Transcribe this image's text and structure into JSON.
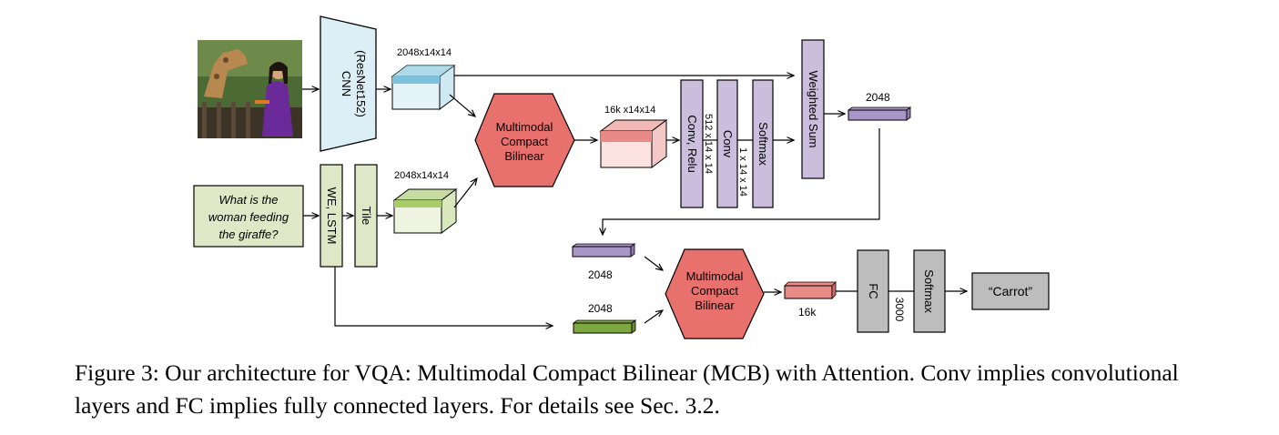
{
  "figure": {
    "cnn_label_line1": "CNN",
    "cnn_label_line2": "(ResNet152)",
    "image_feature_dims": "2048x14x14",
    "question_lines": [
      "What is the",
      "woman feeding",
      "the giraffe?"
    ],
    "we_lstm_label": "WE, LSTM",
    "tile_label": "Tile",
    "tiled_feature_dims": "2048x14x14",
    "mcb_lines": [
      "Multimodal",
      "Compact",
      "Bilinear"
    ],
    "mcb_output_dims": "16k x14x14",
    "conv_relu_label": "Conv, Relu",
    "conv_relu_dims": "512 x 14 x 14",
    "conv_label": "Conv",
    "conv_dims": "1 x 14 x 14",
    "softmax_label": "Softmax",
    "weighted_sum_label": "Weighted Sum",
    "attended_dims": "2048",
    "attended_in_dims": "2048",
    "question_vec_dims": "2048",
    "mcb2_lines": [
      "Multimodal",
      "Compact",
      "Bilinear"
    ],
    "mcb2_output_dims": "16k",
    "fc_label": "FC",
    "fc_dims": "3000",
    "softmax2_label": "Softmax",
    "answer": "“Carrot”"
  },
  "caption": "Figure 3: Our architecture for VQA: Multimodal Compact Bilinear (MCB) with Attention. Conv implies convolutional layers and FC implies fully connected layers. For details see Sec. 3.2."
}
